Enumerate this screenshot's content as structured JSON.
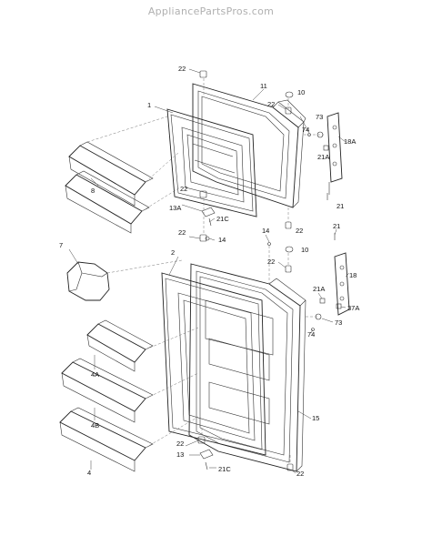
{
  "watermark": "AppliancePartsPros.com",
  "callouts": {
    "c22a": "22",
    "c11": "11",
    "c10a": "10",
    "c1": "1",
    "c22b": "22",
    "c73a": "73",
    "c74a": "74",
    "c18A": "18A",
    "c21Aa": "21A",
    "c8": "8",
    "c22c": "22",
    "c13A": "13A",
    "c21Ca": "21C",
    "c21a": "21",
    "c22d": "22",
    "c14a": "14",
    "c14b": "14",
    "c22e": "22",
    "c21b": "21",
    "c7": "7",
    "c2": "2",
    "c10b": "10",
    "c22f": "22",
    "c18": "18",
    "c21Ab": "21A",
    "c37A": "37A",
    "c73b": "73",
    "c74b": "74",
    "c4A": "4A",
    "c15": "15",
    "c4B": "4B",
    "c22g": "22",
    "c13": "13",
    "c4": "4",
    "c21Cb": "21C",
    "c22h": "22"
  }
}
